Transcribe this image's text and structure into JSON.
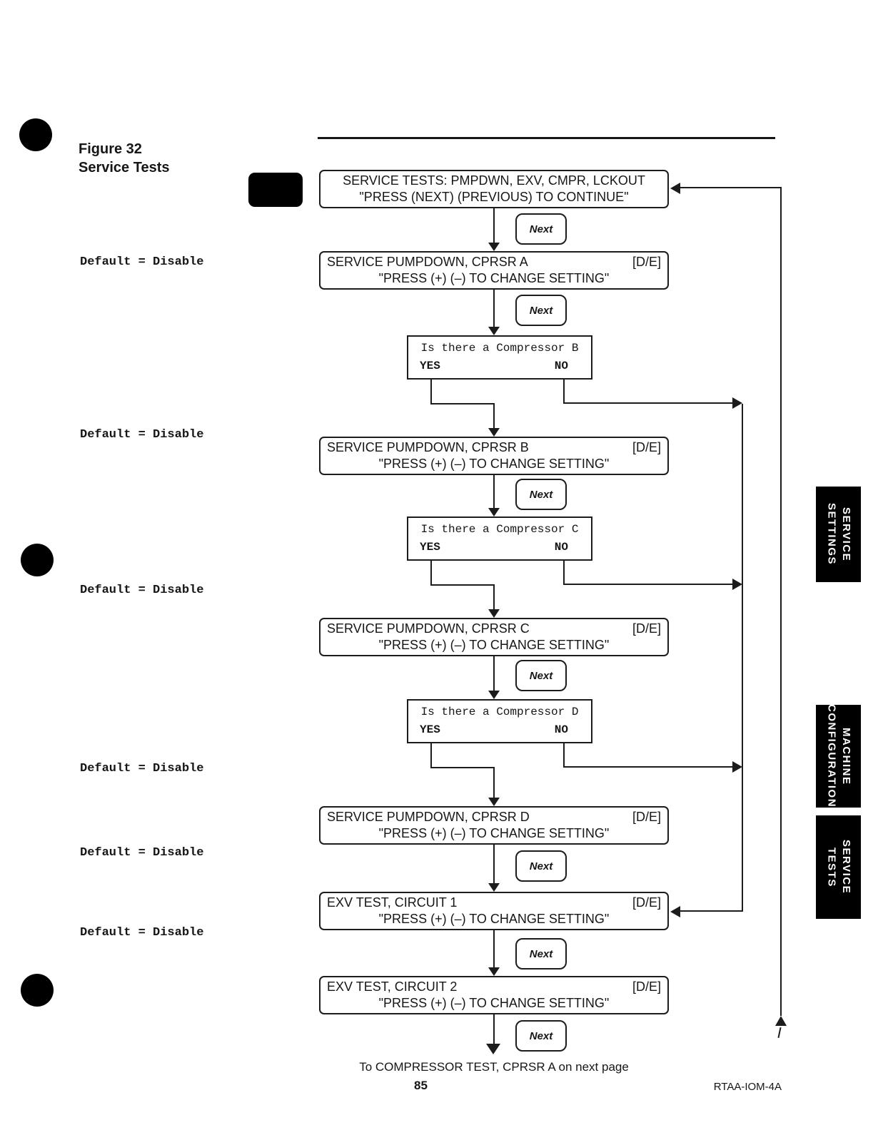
{
  "page": {
    "figure_label": "Figure 32",
    "figure_title": "Service Tests",
    "default_label": "Default = Disable",
    "footer_note": "To COMPRESSOR TEST, CPRSR A on next page",
    "page_number": "85",
    "doc_code": "RTAA-IOM-4A"
  },
  "flow": {
    "next_label": "Next",
    "boxes": [
      {
        "line1": "SERVICE TESTS: PMPDWN, EXV, CMPR, LCKOUT",
        "line2": "\"PRESS (NEXT) (PREVIOUS) TO CONTINUE\""
      },
      {
        "line1": "SERVICE PUMPDOWN, CPRSR A",
        "tag": "[D/E]",
        "line2": "\"PRESS (+) (–) TO CHANGE SETTING\""
      },
      {
        "line1": "SERVICE PUMPDOWN, CPRSR B",
        "tag": "[D/E]",
        "line2": "\"PRESS (+) (–) TO CHANGE SETTING\""
      },
      {
        "line1": "SERVICE PUMPDOWN, CPRSR C",
        "tag": "[D/E]",
        "line2": "\"PRESS (+) (–) TO CHANGE SETTING\""
      },
      {
        "line1": "SERVICE PUMPDOWN, CPRSR D",
        "tag": "[D/E]",
        "line2": "\"PRESS (+) (–) TO CHANGE SETTING\""
      },
      {
        "line1": "EXV TEST, CIRCUIT 1",
        "tag": "[D/E]",
        "line2": "\"PRESS (+) (–) TO CHANGE SETTING\""
      },
      {
        "line1": "EXV TEST, CIRCUIT 2",
        "tag": "[D/E]",
        "line2": "\"PRESS (+) (–) TO CHANGE SETTING\""
      }
    ],
    "decisions": [
      {
        "question": "Is there a Compressor B",
        "yes": "YES",
        "no": "NO"
      },
      {
        "question": "Is there a Compressor C",
        "yes": "YES",
        "no": "NO"
      },
      {
        "question": "Is there a Compressor D",
        "yes": "YES",
        "no": "NO"
      }
    ]
  },
  "tabs": [
    {
      "line1": "SERVICE",
      "line2": "SETTINGS"
    },
    {
      "line1": "MACHINE",
      "line2": "CONFIGURATION"
    },
    {
      "line1": "SERVICE",
      "line2": "TESTS"
    }
  ]
}
